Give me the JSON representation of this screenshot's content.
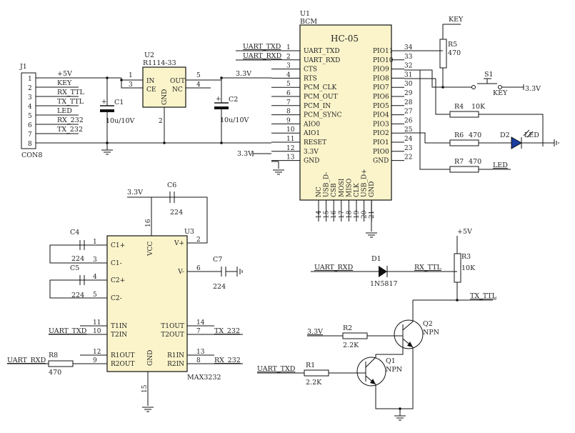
{
  "j1": {
    "ref": "J1",
    "name": "CON8",
    "pin_numbers": [
      "1",
      "2",
      "3",
      "4",
      "5",
      "6",
      "7",
      "8"
    ],
    "net_labels": [
      "+5V",
      "KEY",
      "RX_TTL",
      "TX_TTL",
      "LED",
      "RX_232",
      "TX_232"
    ]
  },
  "u2": {
    "ref": "U2",
    "part": "R1114-33",
    "pin_names": {
      "in": "IN",
      "ce": "CE",
      "out": "OUT",
      "nc": "NC",
      "gnd": "GND"
    },
    "pin_numbers": {
      "in": "1",
      "ce": "3",
      "out": "5",
      "nc": "4",
      "gnd": "2"
    }
  },
  "c1": {
    "ref": "C1",
    "value": "10u/10V"
  },
  "c2": {
    "ref": "C2",
    "value": "10u/10V"
  },
  "v33_label": "3.3V",
  "u1": {
    "ref": "U1",
    "package": "BCM",
    "title": "HC-05",
    "left_pins": [
      {
        "num": "1",
        "name": "UART_TXD"
      },
      {
        "num": "2",
        "name": "UART_RXD"
      },
      {
        "num": "3",
        "name": "CTS"
      },
      {
        "num": "4",
        "name": "RTS"
      },
      {
        "num": "5",
        "name": "PCM_CLK"
      },
      {
        "num": "6",
        "name": "PCM_OUT"
      },
      {
        "num": "7",
        "name": "PCM_IN"
      },
      {
        "num": "8",
        "name": "PCM_SYNC"
      },
      {
        "num": "9",
        "name": "AIO0"
      },
      {
        "num": "10",
        "name": "AIO1"
      },
      {
        "num": "11",
        "name": "RESET"
      },
      {
        "num": "12",
        "name": "3.3V"
      },
      {
        "num": "13",
        "name": "GND"
      }
    ],
    "right_pins": [
      {
        "num": "34",
        "name": "PIO11"
      },
      {
        "num": "33",
        "name": "PIO10"
      },
      {
        "num": "32",
        "name": "PIO9"
      },
      {
        "num": "31",
        "name": "PIO8"
      },
      {
        "num": "30",
        "name": "PIO7"
      },
      {
        "num": "29",
        "name": "PIO6"
      },
      {
        "num": "28",
        "name": "PIO5"
      },
      {
        "num": "27",
        "name": "PIO4"
      },
      {
        "num": "26",
        "name": "PIO3"
      },
      {
        "num": "25",
        "name": "PIO2"
      },
      {
        "num": "24",
        "name": "PIO1"
      },
      {
        "num": "23",
        "name": "PIO0"
      },
      {
        "num": "22",
        "name": "GND"
      }
    ],
    "bottom_pins": [
      {
        "num": "14",
        "name": "NC"
      },
      {
        "num": "15",
        "name": "USB_D-"
      },
      {
        "num": "16",
        "name": "CSB"
      },
      {
        "num": "17",
        "name": "MOSI"
      },
      {
        "num": "18",
        "name": "MISO"
      },
      {
        "num": "19",
        "name": "CLK"
      },
      {
        "num": "20",
        "name": "USB_D+"
      },
      {
        "num": "21",
        "name": "GND"
      }
    ],
    "net_uart_txd": "UART_TXD",
    "net_uart_rxd": "UART_RXD"
  },
  "key_circuit": {
    "net": "KEY",
    "r5_ref": "R5",
    "r5_value": "470",
    "s1_ref": "S1",
    "s1_label": "KEY",
    "supply": "3.3V"
  },
  "led_circuit": {
    "r4_ref": "R4",
    "r4_value": "10K",
    "r6_ref": "R6",
    "r6_value": "470",
    "d2_ref": "D2",
    "d2_label": "LED",
    "r7_ref": "R7",
    "r7_value": "470",
    "net": "LED"
  },
  "u3": {
    "ref": "U3",
    "part": "MAX3232",
    "supply": "3.3V",
    "pins_left": [
      {
        "num": "1",
        "name": "C1+"
      },
      {
        "num": "3",
        "name": "C1-"
      },
      {
        "num": "4",
        "name": "C2+"
      },
      {
        "num": "5",
        "name": "C2-"
      },
      {
        "num": "11",
        "name": "T1IN"
      },
      {
        "num": "10",
        "name": "T2IN"
      },
      {
        "num": "12",
        "name": "R1OUT"
      },
      {
        "num": "9",
        "name": "R2OUT"
      }
    ],
    "pins_right": [
      {
        "num": "2",
        "name": "V+"
      },
      {
        "num": "6",
        "name": "V-"
      },
      {
        "num": "14",
        "name": "T1OUT"
      },
      {
        "num": "7",
        "name": "T2OUT"
      },
      {
        "num": "13",
        "name": "R1IN"
      },
      {
        "num": "8",
        "name": "R2IN"
      }
    ],
    "vcc": {
      "num": "16",
      "name": "VCC"
    },
    "gnd": {
      "num": "15",
      "name": "GND"
    },
    "net_uart_txd": "UART_TXD",
    "net_uart_rxd": "UART_RXD",
    "net_tx232": "TX_232",
    "net_rx232": "RX_232"
  },
  "c4": {
    "ref": "C4",
    "value": "224"
  },
  "c5": {
    "ref": "C5",
    "value": "224"
  },
  "c6": {
    "ref": "C6",
    "value": "224"
  },
  "c7": {
    "ref": "C7",
    "value": "224"
  },
  "r8": {
    "ref": "R8",
    "value": "470"
  },
  "level_shift": {
    "d1_ref": "D1",
    "d1_part": "1N5817",
    "net_uart_rxd": "UART_RXD",
    "net_rx_ttl": "RX_TTL",
    "supply_5v": "+5V",
    "r3_ref": "R3",
    "r3_value": "10K",
    "net_tx_ttl": "TX_TTL",
    "q2_ref": "Q2",
    "q2_type": "NPN",
    "supply_33": "3.3V",
    "r2_ref": "R2",
    "r2_value": "2.2K",
    "q1_ref": "Q1",
    "q1_type": "NPN",
    "net_uart_txd": "UART_TXD",
    "r1_ref": "R1",
    "r1_value": "2.2K"
  }
}
